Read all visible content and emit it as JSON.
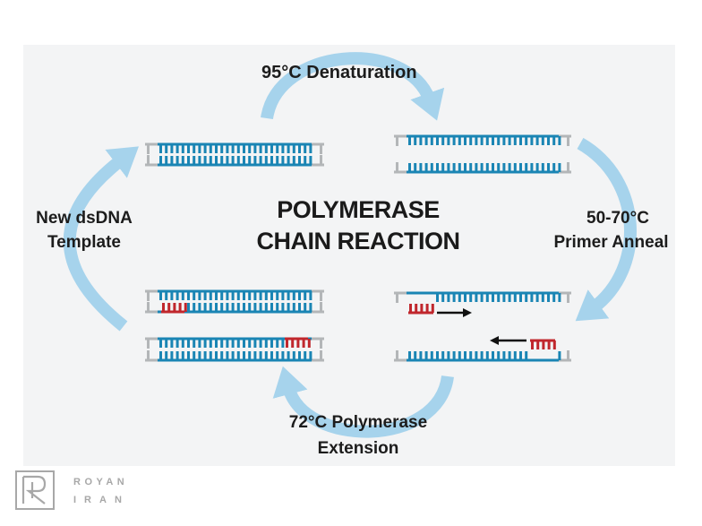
{
  "title": {
    "line1": "POLYMERASE",
    "line2": "CHAIN REACTION"
  },
  "steps": {
    "denaturation": "95°C Denaturation",
    "anneal_line1": "50-70°C",
    "anneal_line2": "Primer Anneal",
    "extension_line1": "72°C Polymerase",
    "extension_line2": "Extension",
    "template_line1": "New dsDNA",
    "template_line2": "Template"
  },
  "logo": {
    "line1": "ROYAN",
    "line2": "IRAN"
  },
  "colors": {
    "arrow": "#a6d3ec",
    "dna_strand": "#1a85b4",
    "dna_end": "#b3b6b8",
    "primer": "#c0272d",
    "background_panel": "#f3f4f5"
  }
}
